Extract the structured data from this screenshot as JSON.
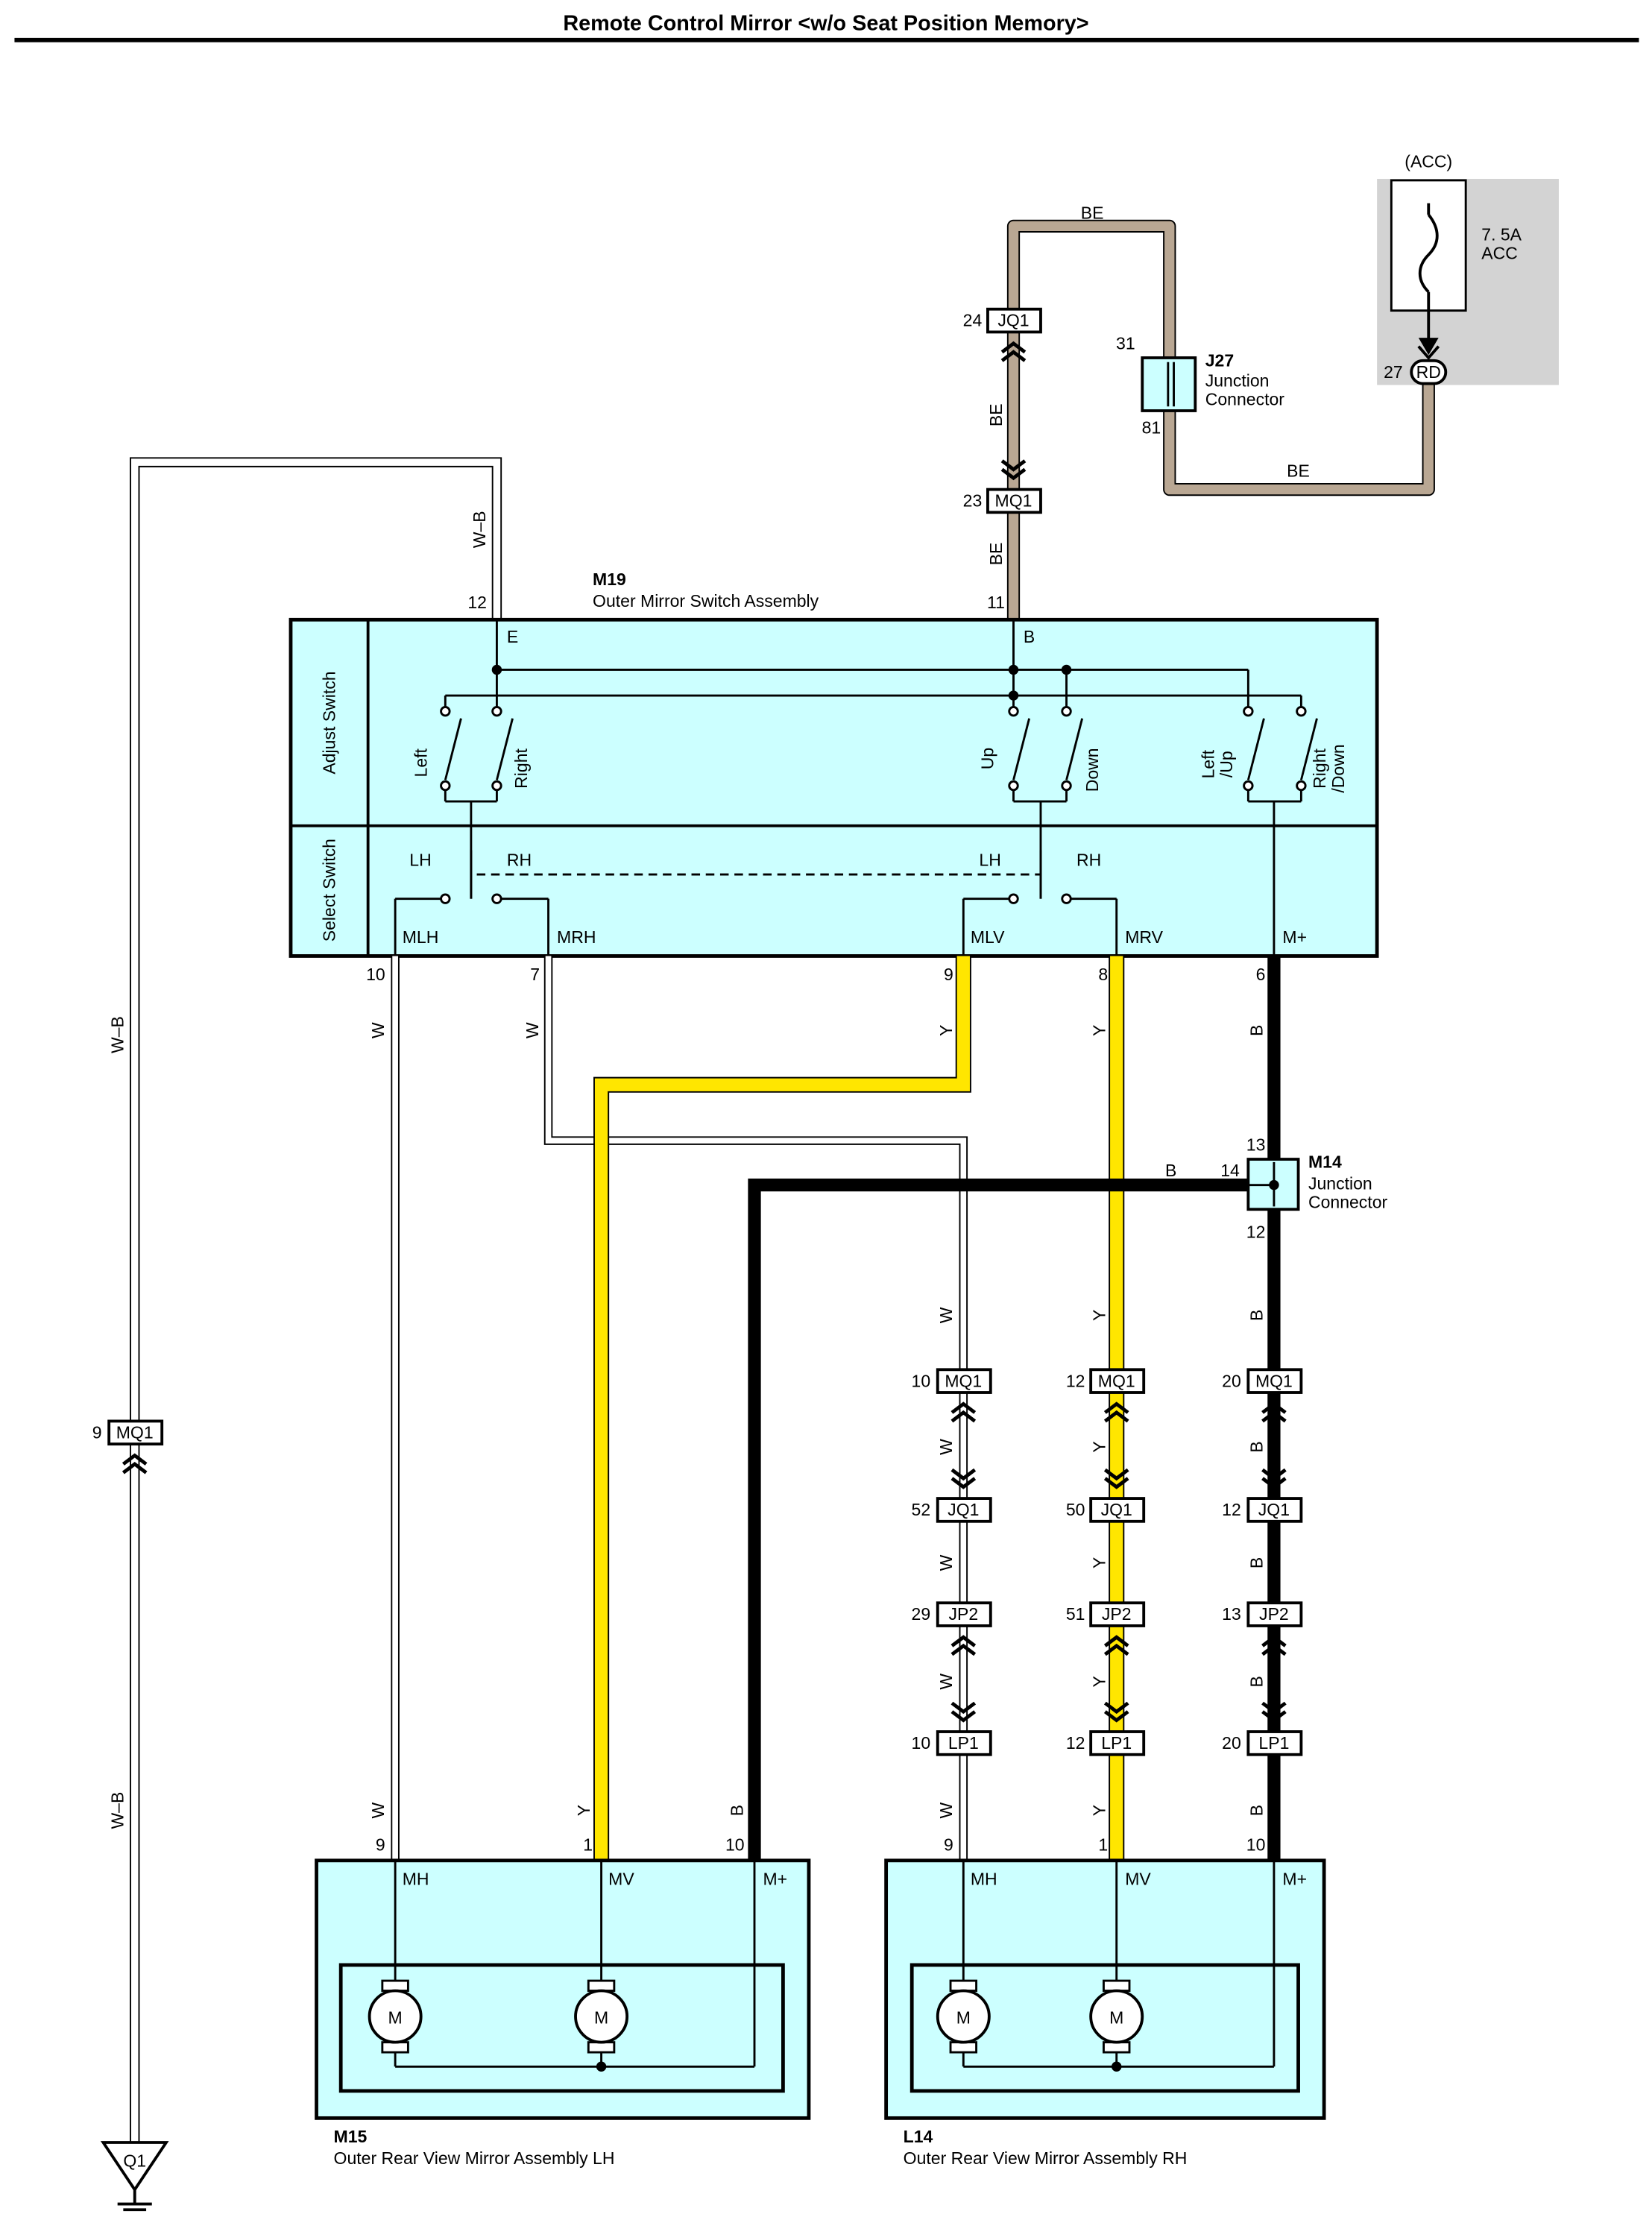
{
  "title": "Remote Control Mirror <w/o Seat Position Memory>",
  "colors": {
    "beige": "#b9a793",
    "yellow": "#ffe600",
    "black": "#000000",
    "white_wire": "#ffffff",
    "box_fill": "#ccffff",
    "fuse_area": "#d3d3d3"
  },
  "fuse": {
    "label": "(ACC)",
    "rating": "7. 5A",
    "name": "ACC",
    "pin": "27",
    "connector": "RD"
  },
  "j27": {
    "code": "J27",
    "name_line1": "Junction",
    "name_line2": "Connector",
    "pin_top": "31",
    "pin_bottom": "81"
  },
  "m14": {
    "code": "M14",
    "name_line1": "Junction",
    "name_line2": "Connector",
    "pin_top": "13",
    "pin_left": "14",
    "pin_bottom": "12"
  },
  "m19": {
    "code": "M19",
    "name": "Outer Mirror Switch Assembly",
    "adjust_label": "Adjust Switch",
    "select_label": "Select Switch",
    "terminals": {
      "e": "E",
      "b": "B",
      "mlh": "MLH",
      "mrh": "MRH",
      "mlv": "MLV",
      "mrv": "MRV",
      "mplus": "M+"
    },
    "switch_labels": {
      "left": "Left",
      "right": "Right",
      "up": "Up",
      "down": "Down",
      "left_up1": "Left",
      "left_up2": "/Up",
      "right_down1": "Right",
      "right_down2": "/Down"
    },
    "select_lh1": "LH",
    "select_rh1": "RH",
    "select_lh2": "LH",
    "select_rh2": "RH",
    "pins": {
      "p12": "12",
      "p11": "11",
      "p10": "10",
      "p7": "7",
      "p9": "9",
      "p8": "8",
      "p6": "6"
    }
  },
  "wire_codes": {
    "be": "BE",
    "wb": "W–B",
    "w": "W",
    "y": "Y",
    "b": "B"
  },
  "conn_labels": {
    "jq1": "JQ1",
    "mq1": "MQ1",
    "jp2": "JP2",
    "lp1": "LP1",
    "q1": "Q1"
  },
  "conn_pins": {
    "jq1_be": "24",
    "mq1_be": "23",
    "mq1_wb": "9",
    "mq1_w": "10",
    "mq1_y": "12",
    "mq1_b": "20",
    "jq1_w": "52",
    "jq1_y": "50",
    "jq1_b": "12",
    "jp2_w": "29",
    "jp2_y": "51",
    "jp2_b": "13",
    "lp1_w": "10",
    "lp1_y": "12",
    "lp1_b": "20"
  },
  "m15": {
    "code": "M15",
    "name": "Outer Rear View Mirror Assembly LH",
    "mh": "MH",
    "mv": "MV",
    "mplus": "M+",
    "pin_mh": "9",
    "pin_mv": "1",
    "pin_mplus": "10"
  },
  "l14": {
    "code": "L14",
    "name": "Outer Rear View Mirror Assembly RH",
    "mh": "MH",
    "mv": "MV",
    "mplus": "M+",
    "pin_mh": "9",
    "pin_mv": "1",
    "pin_mplus": "10"
  },
  "motor_label": "M"
}
